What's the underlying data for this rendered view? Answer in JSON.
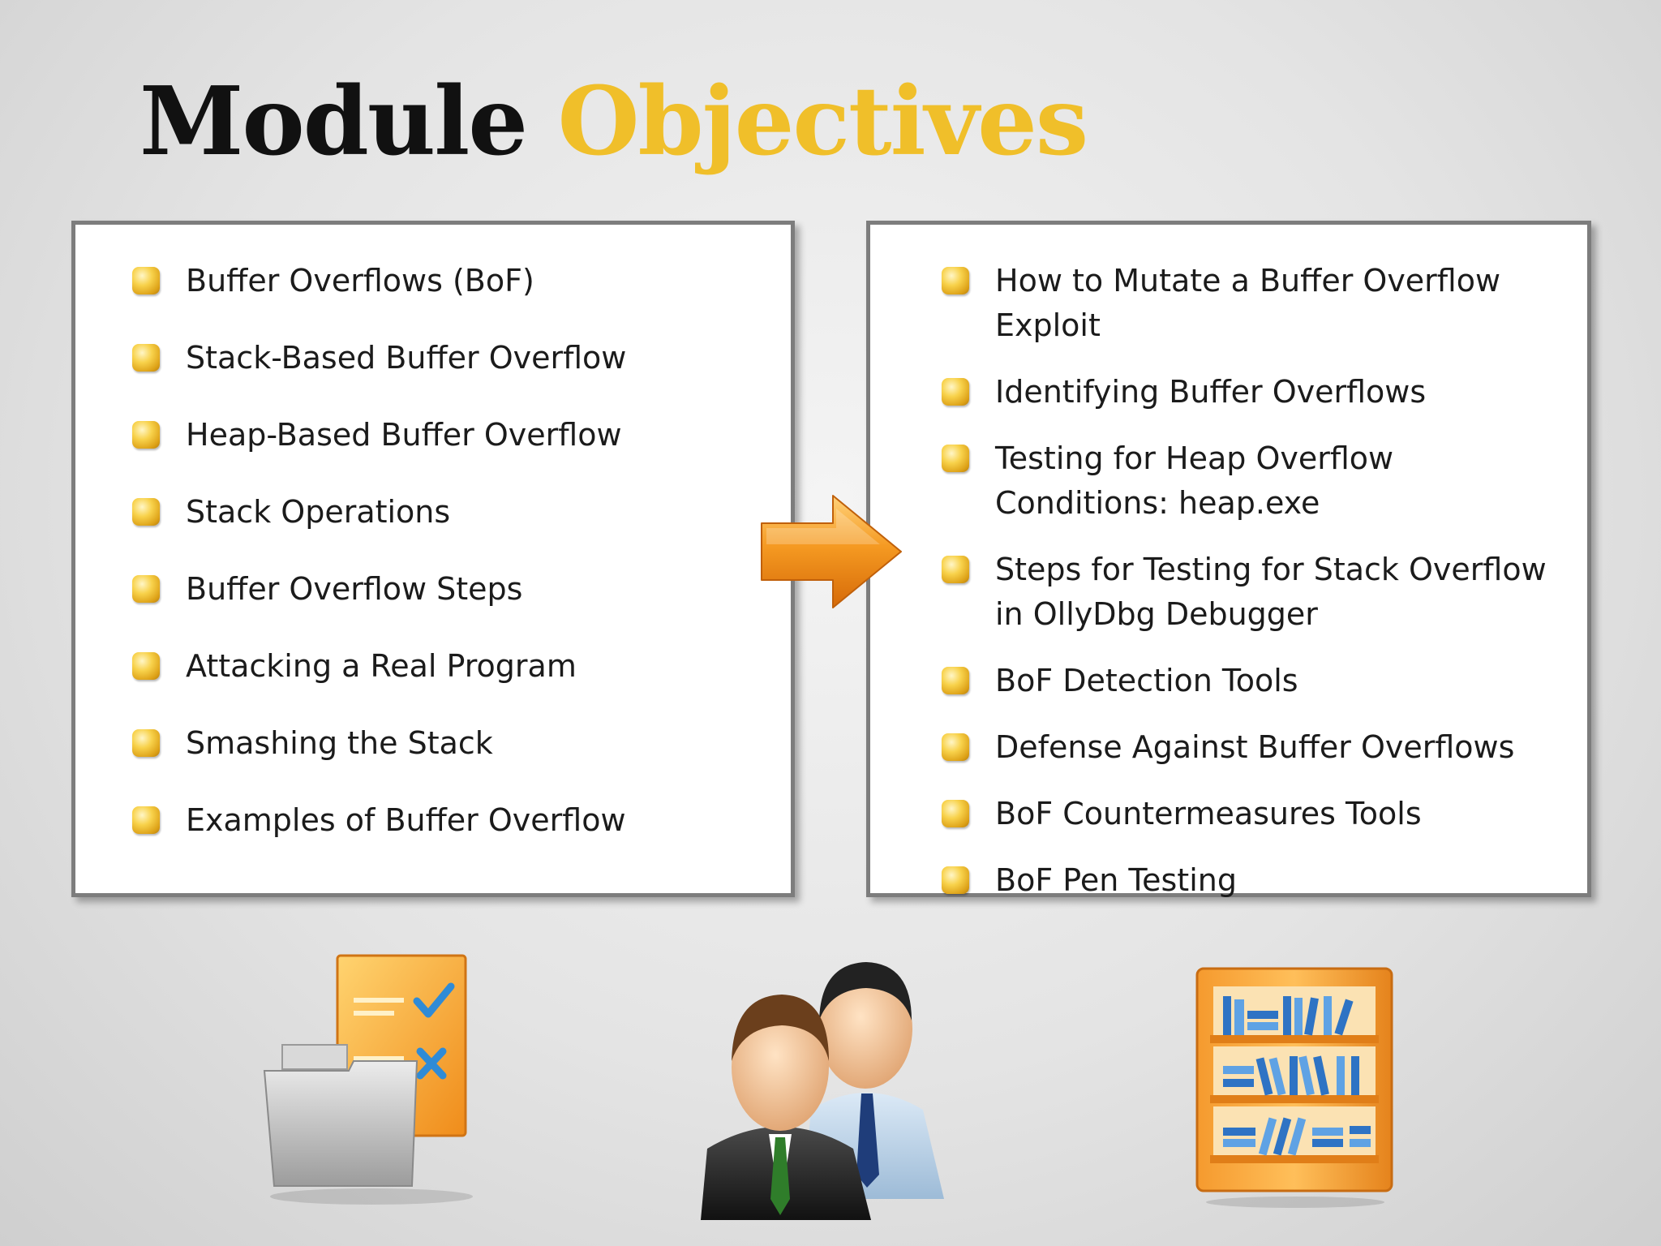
{
  "title": {
    "word1": "Module",
    "word2": "Objectives"
  },
  "left_objectives": [
    "Buffer Overflows (BoF)",
    "Stack-Based Buffer Overflow",
    "Heap-Based Buffer Overflow",
    "Stack Operations",
    "Buffer Overflow Steps",
    "Attacking a Real Program",
    "Smashing the Stack",
    "Examples of Buffer Overflow"
  ],
  "right_objectives": [
    "How to Mutate a Buffer Overflow Exploit",
    "Identifying Buffer Overflows",
    "Testing for Heap Overflow Conditions: heap.exe",
    "Steps for Testing for Stack Overflow in OllyDbg Debugger",
    "BoF Detection Tools",
    "Defense Against Buffer Overflows",
    "BoF Countermeasures Tools",
    "BoF Pen Testing"
  ],
  "colors": {
    "title_accent": "#f0bf2a",
    "title_dark": "#111111",
    "arrow": "#f0901c",
    "bullet": "#f8d24b"
  },
  "icons": [
    "checklist-folder-icon",
    "arrow-right-icon",
    "users-icon",
    "bookshelf-icon"
  ]
}
